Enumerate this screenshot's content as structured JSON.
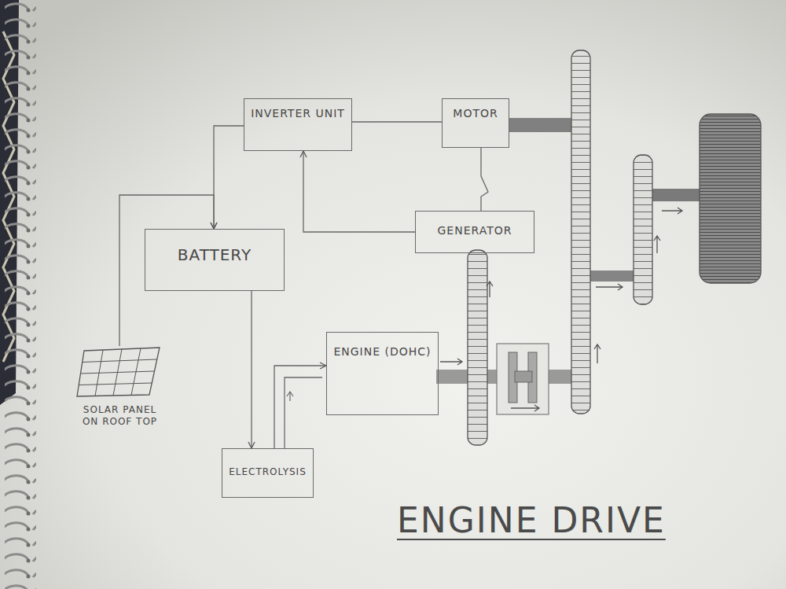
{
  "diagram": {
    "title": "ENGINE DRIVE",
    "nodes": [
      {
        "text": [
          "INVERTER UNIT"
        ]
      },
      {
        "text": [
          "MOTOR"
        ]
      },
      {
        "text": [
          "GENERATOR"
        ]
      },
      {
        "text": [
          "BATTERY"
        ]
      },
      {
        "text": [
          "ENGINE (DOHC)"
        ]
      },
      {
        "text": [
          "SOLAR PANEL ON ROOF TOP"
        ]
      },
      {
        "text": [
          "ELECTROLYSIS"
        ]
      }
    ],
    "edges": [
      {
        "from": 0,
        "to": 3,
        "arrow": "to"
      },
      {
        "from": 0,
        "to": 1,
        "arrow": "none"
      },
      {
        "from": 1,
        "to": 2,
        "arrow": "none"
      },
      {
        "from": 2,
        "to": 0,
        "arrow": "to"
      },
      {
        "from": 5,
        "to": 3,
        "arrow": "to"
      },
      {
        "from": 3,
        "to": 6,
        "arrow": "to"
      },
      {
        "from": 6,
        "to": 4,
        "arrow": "to"
      }
    ]
  }
}
